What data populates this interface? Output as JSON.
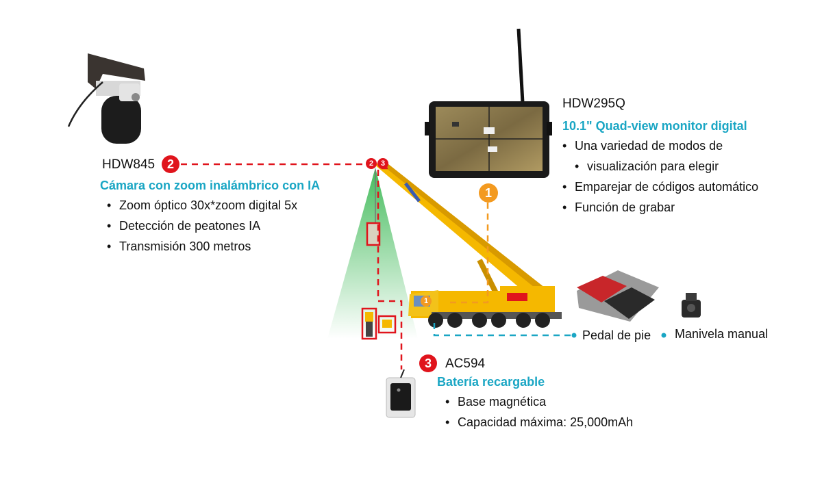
{
  "monitor": {
    "model": "HDW295Q",
    "title": "10.1\" Quad-view monitor digital",
    "features": [
      "Una variedad de modos de",
      "visualización para elegir",
      "Emparejar de códigos automático",
      "Función de grabar"
    ],
    "badge": "1"
  },
  "camera": {
    "model": "HDW845",
    "badge": "2",
    "title": "Cámara con zoom inalámbrico con IA",
    "features": [
      "Zoom óptico 30x*zoom digital 5x",
      "Detección de peatones IA",
      "Transmisión 300 metros"
    ]
  },
  "battery": {
    "badge": "3",
    "model": "AC594",
    "title": "Batería recargable",
    "features": [
      "Base magnética",
      "Capacidad máxima: 25,000mAh"
    ]
  },
  "accessories": {
    "pedal": "Pedal de pie",
    "crank": "Manivela manual"
  },
  "crane_badges": [
    "2",
    "3"
  ],
  "cab_badge": "1",
  "colors": {
    "accent": "#1aa6c4",
    "red": "#e0141c",
    "orange": "#f39a20",
    "crane": "#f5b800"
  }
}
